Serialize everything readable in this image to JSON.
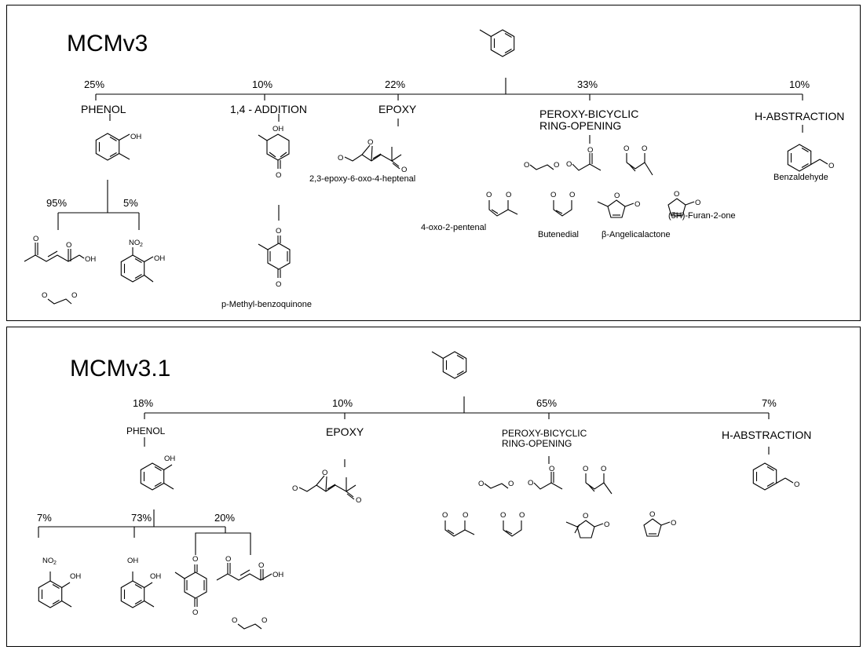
{
  "panels": [
    {
      "title": "MCMv3",
      "branches": [
        {
          "pct": "25%",
          "label": "PHENOL"
        },
        {
          "pct": "10%",
          "label": "1,4 - ADDITION"
        },
        {
          "pct": "22%",
          "label": "EPOXY"
        },
        {
          "pct": "33%",
          "label_line1": "PEROXY-BICYCLIC",
          "label_line2": "RING-OPENING"
        },
        {
          "pct": "10%",
          "label": "H-ABSTRACTION"
        }
      ],
      "phenol_split": [
        "95%",
        "5%"
      ],
      "captions": {
        "epoxy": "2,3-epoxy-6-oxo-4-heptenal",
        "benzoquinone": "p-Methyl-benzoquinone",
        "oxopentenal": "4-oxo-2-pentenal",
        "butenedial": "Butenedial",
        "angelicalactone": "β-Angelicalactone",
        "furanone": "(5H)-Furan-2-one",
        "benzaldehyde": "Benzaldehyde"
      }
    },
    {
      "title": "MCMv3.1",
      "branches": [
        {
          "pct": "18%",
          "label": "PHENOL"
        },
        {
          "pct": "10%",
          "label": "EPOXY"
        },
        {
          "pct": "65%",
          "label_line1": "PEROXY-BICYCLIC",
          "label_line2": "RING-OPENING"
        },
        {
          "pct": "7%",
          "label": "H-ABSTRACTION"
        }
      ],
      "phenol_split": [
        "7%",
        "73%",
        "20%"
      ]
    }
  ],
  "atoms": {
    "oh": "OH",
    "o": "O",
    "no2": "NO",
    "sub2": "2"
  }
}
